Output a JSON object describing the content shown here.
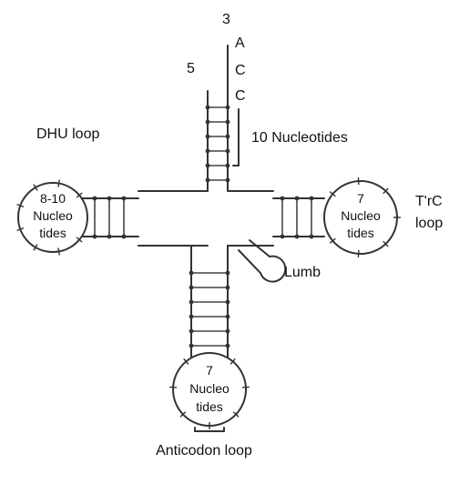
{
  "labels": {
    "three_prime": "3",
    "five_prime": "5",
    "acceptor_bases": [
      "A",
      "C",
      "C"
    ],
    "acceptor_count": "10 Nucleotides",
    "dhu_loop": "DHU loop",
    "dhu_loop_line1": "8-10",
    "dhu_loop_line2": "Nucleo",
    "dhu_loop_line3": "tides",
    "tpsic_loop_name_1": "T'rC",
    "tpsic_loop_name_2": "loop",
    "tpsic_line1": "7",
    "tpsic_line2": "Nucleo",
    "tpsic_line3": "tides",
    "lumb": "Lumb",
    "anticodon_line1": "7",
    "anticodon_line2": "Nucleo",
    "anticodon_line3": "tides",
    "anticodon_loop": "Anticodon loop"
  },
  "colors": {
    "line": "#333333",
    "text": "#111111",
    "background": "#ffffff"
  }
}
